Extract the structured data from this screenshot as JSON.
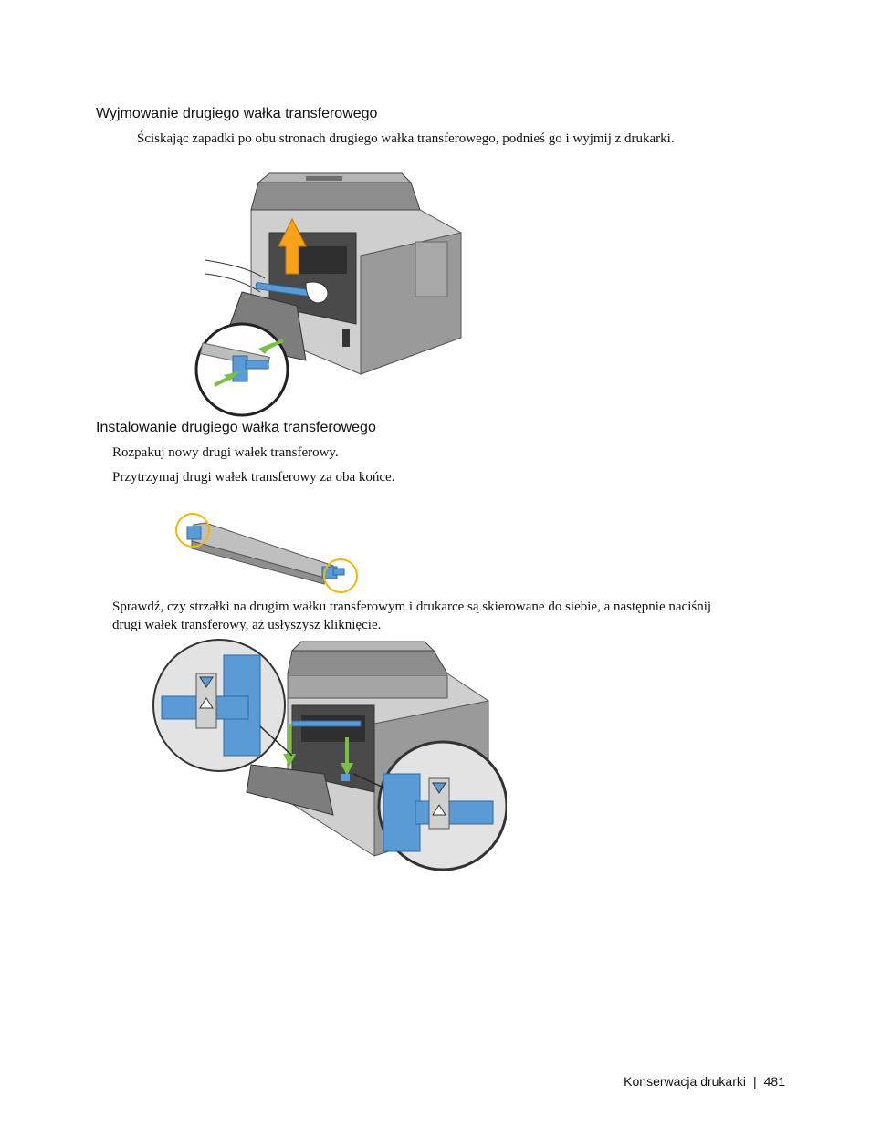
{
  "section1": {
    "heading": "Wyjmowanie drugiego wałka transferowego",
    "step": "Ściskając zapadki po obu stronach drugiego wałka transferowego, podnieś go i wyjmij z drukarki."
  },
  "section2": {
    "heading": "Instalowanie drugiego wałka transferowego",
    "step1": "Rozpakuj nowy drugi wałek transferowy.",
    "step2": "Przytrzymaj drugi wałek transferowy za oba końce.",
    "step3_line1": "Sprawdź, czy strzałki na drugim wałku transferowym i drukarce są skierowane do siebie, a następnie naciśnij",
    "step3_line2": "drugi wałek transferowy, aż usłyszysz kliknięcie."
  },
  "footer": {
    "chapter": "Konserwacja drukarki",
    "separator": "|",
    "page_number": "481"
  },
  "colors": {
    "roller_blue": "#5b9bd5",
    "arrow_orange": "#f7a21b",
    "arrow_green": "#7ac143",
    "highlight_yellow": "#f2b705"
  }
}
